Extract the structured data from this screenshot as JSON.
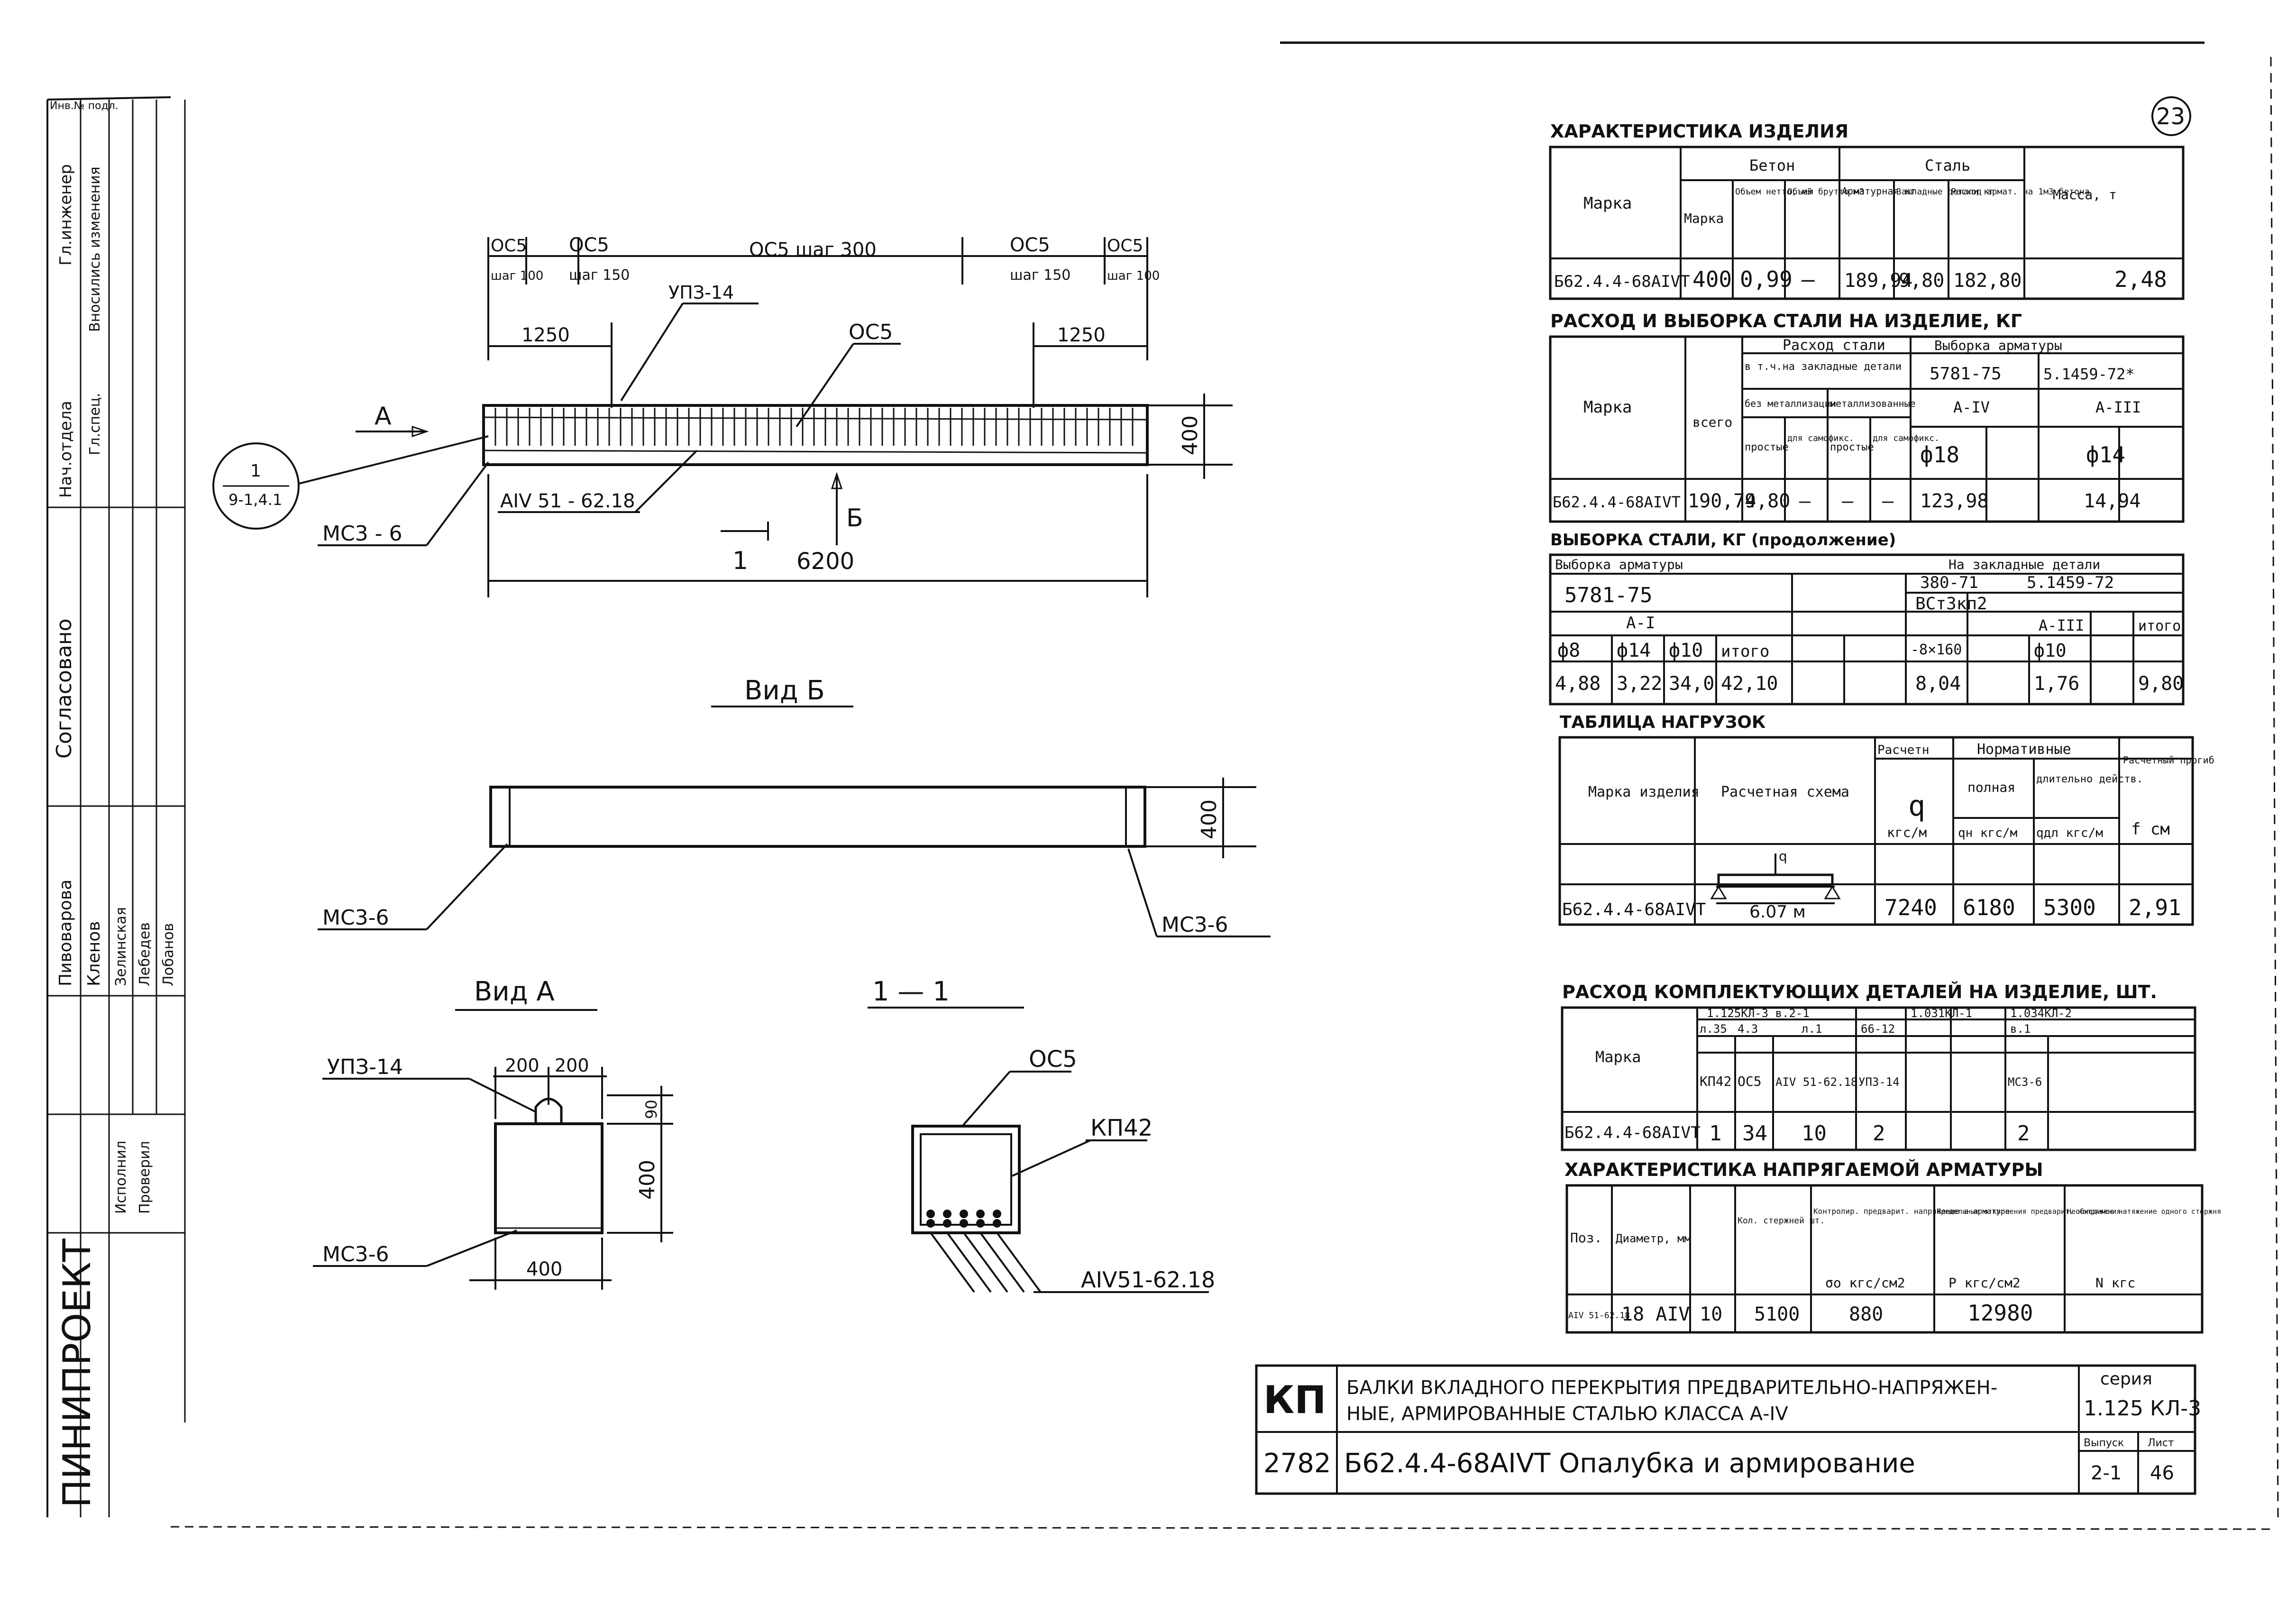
{
  "page_no": "23",
  "stamp_header_fragment": "Инв.№ подл.",
  "stamp": {
    "org": "ПИНИПРОЕКТ",
    "agreed": "Согласовано",
    "rows": [
      "Гл.инженер",
      "Нач.отдела",
      "Гл.спец.",
      "Исполнил",
      "Проверил",
      "Вносились изменения"
    ],
    "names": [
      "Пивоварова",
      "Кленов",
      "Зелинская",
      "Лебедев",
      "Лобанов"
    ]
  },
  "elevation": {
    "dims_top": [
      "ОС5",
      "ОС5",
      "ОС5 шаг 300",
      "ОС5",
      "ОС5"
    ],
    "steps_top": [
      "шаг 100",
      "шаг 150",
      "шаг 150",
      "шаг 100"
    ],
    "dim_1250_left": "1250",
    "dim_1250_right": "1250",
    "label_upz": "УПЗ-14",
    "label_os5": "ОС5",
    "label_rebar": "АIV 51 - 62.18",
    "label_ms": "МС3 - 6",
    "dim_len": "6200",
    "dim_h": "400",
    "view_arrow": "А",
    "section_arrow": "Б",
    "section_mark": "1",
    "bubble_top": "1",
    "bubble_bottom": "9-1,4.1"
  },
  "view_b": {
    "title": "Вид Б",
    "dim_h": "400",
    "ms_left": "МС3-6",
    "ms_right": "МС3-6"
  },
  "view_a": {
    "title": "Вид А",
    "upz": "УПЗ-14",
    "dim_200a": "200",
    "dim_200b": "200",
    "dim_90": "90",
    "dim_400v": "400",
    "dim_400h": "400",
    "ms": "МС3-6"
  },
  "section_11": {
    "title": "1 — 1",
    "os5": "ОС5",
    "kp": "КП42",
    "rebar": "АIV51-62.18"
  },
  "t1": {
    "title": "ХАРАКТЕРИСТИКА ИЗДЕЛИЯ",
    "h_mark": "Марка",
    "h_beton": "Бетон",
    "h_steel": "Сталь",
    "h_bmark": "Марка",
    "h_vol_net": "Объем нетто, м3",
    "h_vol_gross": "Объем брутто м3",
    "h_arm": "Арматурная кг",
    "h_embed": "Закладные детали кг",
    "h_cons": "Расход армат. на 1м3 бетона",
    "h_mass": "Масса, т",
    "row": [
      "Б62.4.4-68АIVТ",
      "400",
      "0,99",
      "—",
      "189,94",
      "9,80",
      "182,80",
      "2,48"
    ]
  },
  "t2": {
    "title": "РАСХОД И ВЫБОРКА СТАЛИ НА ИЗДЕЛИЕ, КГ",
    "h_mark": "Марка",
    "h_total": "всего",
    "h_cons": "Расход стали",
    "h_incl": "в т.ч.на закладные детали",
    "h_nomet": "без металлизации",
    "h_met": "металлизованные",
    "h_simple1": "простые",
    "h_self1": "для самофикс.",
    "h_simple2": "простые",
    "h_self2": "для самофикс.",
    "h_sel": "Выборка арматуры",
    "h_gost1": "5781-75",
    "h_gost2": "5.1459-72*",
    "h_cls1": "А-IV",
    "h_cls2": "А-III",
    "h_d1": "ф18",
    "h_d2": "ф14",
    "row": [
      "Б62.4.4-68АIVТ",
      "190,74",
      "9,80",
      "—",
      "—",
      "—",
      "123,98",
      "14,94"
    ]
  },
  "t3": {
    "title": "ВЫБОРКА СТАЛИ, КГ (продолжение)",
    "h_sel": "Выборка арматуры",
    "h_emb": "На закладные детали",
    "h_gost": "5781-75",
    "h_gost_b": "380-71",
    "h_gost_c": "5.1459-72",
    "h_cls": "А-I",
    "h_vst": "ВСт3кп2",
    "h_a3": "А-III",
    "h_total": "итого",
    "cols": [
      "ф8",
      "ф14",
      "ф10",
      "итого"
    ],
    "h_strip": "-8×160",
    "h_f10": "ф10",
    "row": [
      "4,88",
      "3,22",
      "34,0",
      "42,10",
      "8,04",
      "1,76",
      "9,80"
    ]
  },
  "t4": {
    "title": "ТАБЛИЦА НАГРУЗОК",
    "h_mark": "Марка изделия",
    "h_scheme": "Расчетная схема",
    "h_calc": "Расчетн",
    "h_q": "q",
    "h_qunit": "кгс/м",
    "h_norm": "Нормативные",
    "h_full": "полная",
    "h_fullunit": "qн кгс/м",
    "h_long": "длительно действ.",
    "h_longunit": "qдл кгс/м",
    "h_defl": "Расчетный прогиб",
    "h_deflunit": "f см",
    "scheme_q": "q",
    "scheme_span": "6.07 м",
    "row": [
      "Б62.4.4-68АIVТ",
      "7240",
      "6180",
      "5300",
      "2,91"
    ]
  },
  "t5": {
    "title": "РАСХОД КОМПЛЕКТУЮЩИХ ДЕТАЛЕЙ НА ИЗДЕЛИЕ, ШТ.",
    "h_mark": "Марка",
    "h_series1": "1.125КЛ-3 в.2-1",
    "h_series2": "1.031КЛ-1",
    "h_series3": "1.034КЛ-2",
    "h_l": [
      "л.35",
      "4.3",
      "л.1",
      "66-12",
      "в.1"
    ],
    "h_items": [
      "КП42",
      "ОС5",
      "АIV 51-62.18",
      "УПЗ-14",
      "МС3-6"
    ],
    "row": [
      "Б62.4.4-68АIVТ",
      "1",
      "34",
      "10",
      "2",
      "2"
    ]
  },
  "t6": {
    "title": "ХАРАКТЕРИСТИКА НАПРЯГАЕМОЙ АРМАТУРЫ",
    "h_pos": "Поз.",
    "h_diam": "Диаметр, мм",
    "h_qty": "Кол. стержней шт.",
    "h_ctrl": "Контролир. предварит. напряжение в арматуре",
    "h_ctrl_u": "σо кгс/см2",
    "h_lim": "Предельные отклонения предварит. напряжения",
    "h_lim_u": "Р кгс/см2",
    "h_force": "Необходимое натяжение одного стержня",
    "h_force_u": "N кгс",
    "row": [
      "АIV 51-62.18",
      "18 АIV",
      "10",
      "5100",
      "880",
      "12980"
    ]
  },
  "title_block": {
    "kp": "КП",
    "desc1": "БАЛКИ ВКЛАДНОГО ПЕРЕКРЫТИЯ ПРЕДВАРИТЕЛЬНО-НАПРЯЖЕН-",
    "desc2": "НЫЕ, АРМИРОВАННЫЕ СТАЛЬЮ КЛАССА А-IV",
    "series_label": "серия",
    "series": "1.125 КЛ-3",
    "code": "2782",
    "name": "Б62.4.4-68АIVТ Опалубка и армирование",
    "issue_label": "Выпуск",
    "issue": "2-1",
    "sheet_label": "Лист",
    "sheet": "46"
  }
}
